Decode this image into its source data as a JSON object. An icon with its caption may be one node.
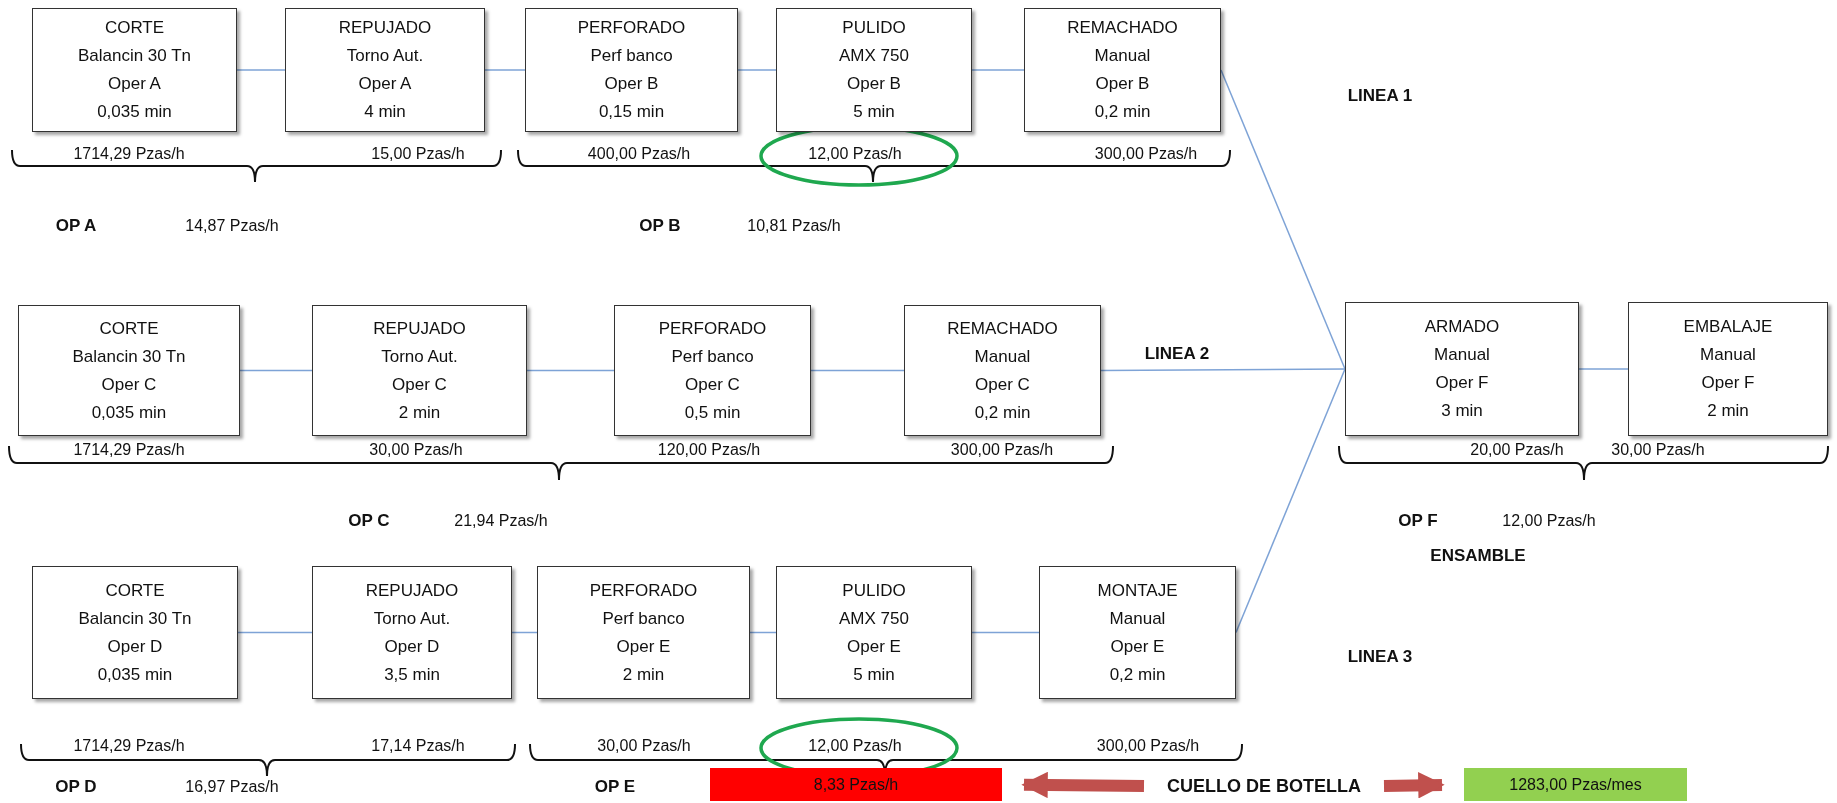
{
  "diagram": {
    "nodes": [
      {
        "text": [
          "CORTE",
          "Balancin 30 Tn",
          "Oper A",
          "0,035  min"
        ]
      },
      {
        "text": [
          "REPUJADO",
          "Torno Aut.",
          "Oper A",
          "4 min"
        ]
      },
      {
        "text": [
          "PERFORADO",
          "Perf banco",
          "Oper B",
          "0,15 min"
        ]
      },
      {
        "text": [
          "PULIDO",
          "AMX 750",
          "Oper B",
          "5 min"
        ]
      },
      {
        "text": [
          "REMACHADO",
          "Manual",
          "Oper B",
          "0,2 min"
        ]
      },
      {
        "text": [
          "CORTE",
          "Balancin 30 Tn",
          "Oper C",
          "0,035  min"
        ]
      },
      {
        "text": [
          "REPUJADO",
          "Torno Aut.",
          "Oper C",
          "2 min"
        ]
      },
      {
        "text": [
          "PERFORADO",
          "Perf banco",
          "Oper C",
          "0,5 min"
        ]
      },
      {
        "text": [
          "REMACHADO",
          "Manual",
          "Oper C",
          "0,2 min"
        ]
      },
      {
        "text": [
          "ARMADO",
          "Manual",
          "Oper F",
          "3 min"
        ]
      },
      {
        "text": [
          "EMBALAJE",
          "Manual",
          "Oper F",
          "2 min"
        ]
      },
      {
        "text": [
          "CORTE",
          "Balancin 30 Tn",
          "Oper D",
          "0,035  min"
        ]
      },
      {
        "text": [
          "REPUJADO",
          "Torno Aut.",
          "Oper D",
          "3,5 min"
        ]
      },
      {
        "text": [
          "PERFORADO",
          "Perf banco",
          "Oper E",
          "2 min"
        ]
      },
      {
        "text": [
          "PULIDO",
          "AMX 750",
          "Oper E",
          "5 min"
        ]
      },
      {
        "text": [
          "MONTAJE",
          "Manual",
          "Oper E",
          "0,2 min"
        ]
      },
      {
        "text": [
          "8,33 Pzas/h"
        ]
      },
      {
        "text": [
          "CUELLO DE BOTELLA"
        ]
      },
      {
        "text": [
          "1283,00 Pzas/mes"
        ]
      }
    ],
    "edges": [
      {
        "from": 0,
        "to": 1,
        "arrow": "none"
      },
      {
        "from": 1,
        "to": 2,
        "arrow": "none"
      },
      {
        "from": 2,
        "to": 3,
        "arrow": "none"
      },
      {
        "from": 3,
        "to": 4,
        "arrow": "none"
      },
      {
        "from": 4,
        "to": 9,
        "arrow": "none"
      },
      {
        "from": 5,
        "to": 6,
        "arrow": "none"
      },
      {
        "from": 6,
        "to": 7,
        "arrow": "none"
      },
      {
        "from": 7,
        "to": 8,
        "arrow": "none"
      },
      {
        "from": 8,
        "to": 9,
        "arrow": "none"
      },
      {
        "from": 9,
        "to": 10,
        "arrow": "none"
      },
      {
        "from": 11,
        "to": 12,
        "arrow": "none"
      },
      {
        "from": 12,
        "to": 13,
        "arrow": "none"
      },
      {
        "from": 13,
        "to": 14,
        "arrow": "none"
      },
      {
        "from": 14,
        "to": 15,
        "arrow": "none"
      },
      {
        "from": 15,
        "to": 9,
        "arrow": "none"
      },
      {
        "from": 17,
        "to": 16,
        "arrow": "to",
        "style": "thick",
        "color": "#c0504d"
      },
      {
        "from": 17,
        "to": 18,
        "arrow": "to",
        "style": "thick",
        "color": "#c0504d"
      }
    ],
    "labels": [
      "LINEA 1",
      "1714,29 Pzas/h",
      "15,00 Pzas/h",
      "400,00 Pzas/h",
      "12,00 Pzas/h",
      "300,00 Pzas/h",
      "OP A",
      "14,87 Pzas/h",
      "OP B",
      "10,81 Pzas/h",
      "LINEA 2",
      "1714,29 Pzas/h",
      "30,00 Pzas/h",
      "120,00 Pzas/h",
      "300,00 Pzas/h",
      "20,00 Pzas/h",
      "30,00 Pzas/h",
      "OP C",
      "21,94 Pzas/h",
      "OP F",
      "12,00 Pzas/h",
      "ENSAMBLE",
      "LINEA 3",
      "1714,29 Pzas/h",
      "17,14 Pzas/h",
      "30,00 Pzas/h",
      "12,00 Pzas/h",
      "300,00 Pzas/h",
      "OP D",
      "16,97 Pzas/h",
      "OP E"
    ]
  }
}
